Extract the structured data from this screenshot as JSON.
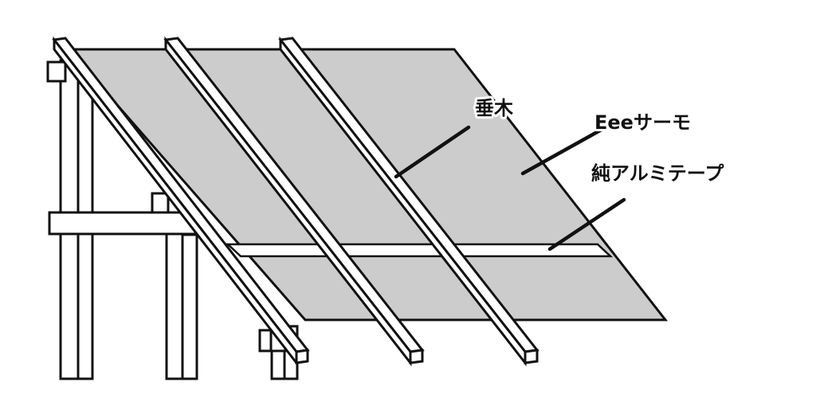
{
  "colors": {
    "sheet": "#cccccc",
    "wood": "#ffffff",
    "tape": "#ffffff",
    "outline": "#111111"
  },
  "labels": {
    "rafter": "垂木",
    "sheet": "Eeeサーモ",
    "tape": "純アルミテープ"
  }
}
